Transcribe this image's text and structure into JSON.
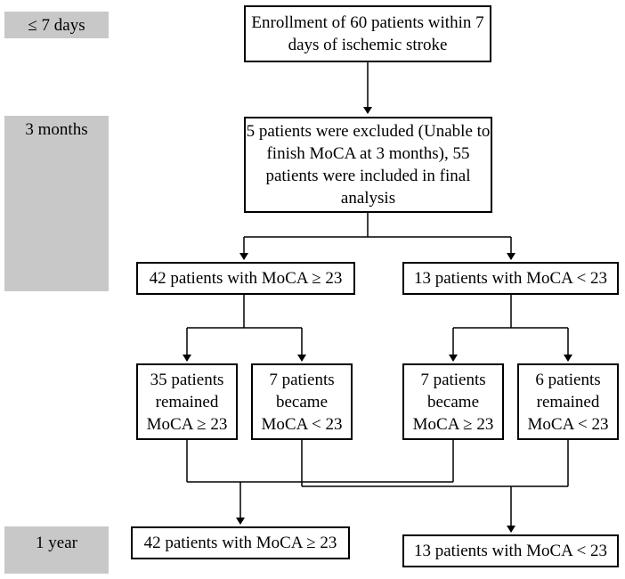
{
  "timeline": {
    "stage1": "≤ 7 days",
    "stage2": "3 months",
    "stage3": "1 year"
  },
  "boxes": {
    "enrollment": "Enrollment of 60 patients within 7 days of ischemic stroke",
    "exclusion": "5 patients were excluded (Unable to finish MoCA at 3 months), 55 patients were included in final analysis",
    "group_high_3m": "42 patients with MoCA ≥ 23",
    "group_low_3m": "13 patients with MoCA < 23",
    "high_remained": "35 patients remained MoCA ≥ 23",
    "high_became_low": "7 patients became MoCA < 23",
    "low_became_high": "7 patients became MoCA ≥ 23",
    "low_remained": "6 patients remained MoCA < 23",
    "group_high_1y": "42 patients with MoCA ≥ 23",
    "group_low_1y": "13 patients with MoCA < 23"
  }
}
